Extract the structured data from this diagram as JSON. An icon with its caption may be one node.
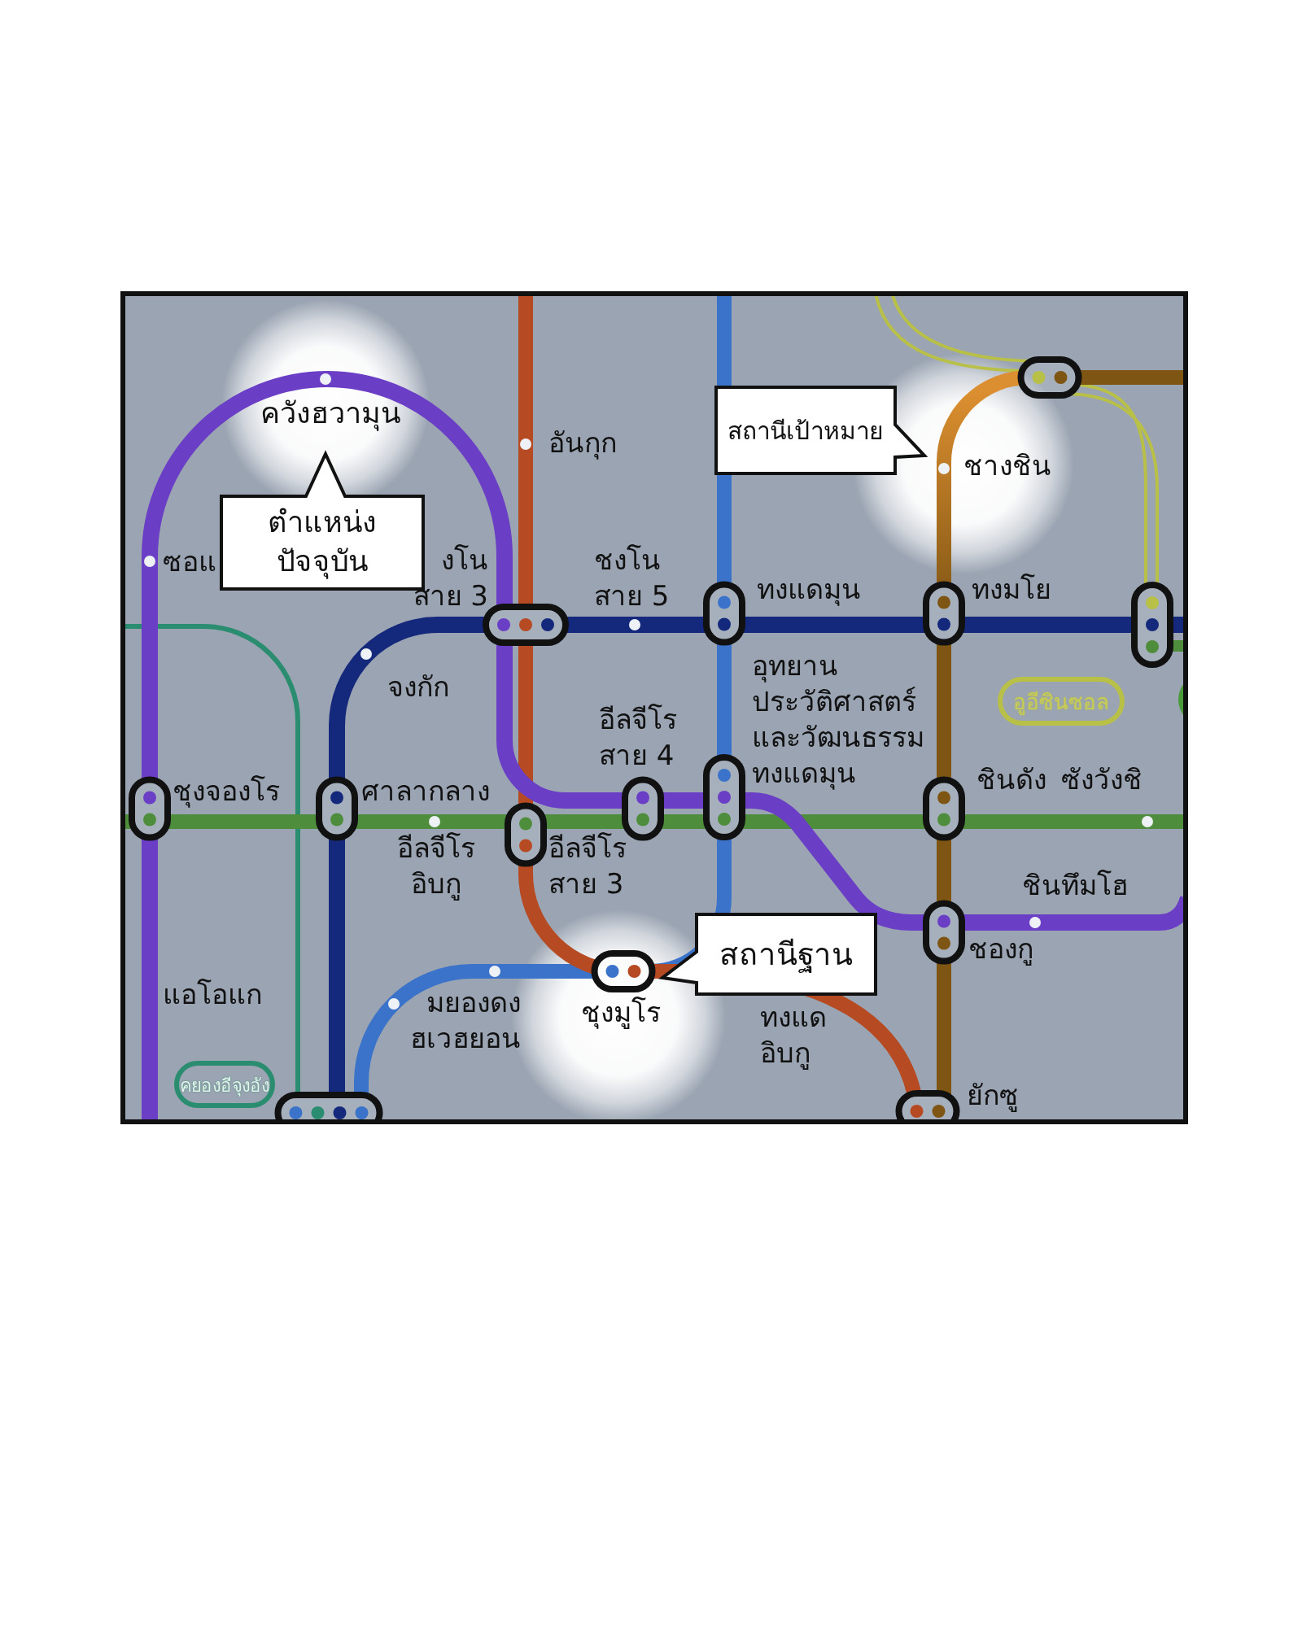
{
  "diagram": {
    "nodes": [
      {
        "text": [
          "ตำแหน่ง ปัจจุบัน"
        ]
      },
      {
        "text": [
          "สถานีเป้าหมาย"
        ]
      },
      {
        "text": [
          "สถานีฐาน"
        ]
      }
    ],
    "labels": [
      "ควังฮวามุน",
      "อันกุก",
      "ชางชิน",
      "ซอแ",
      "งโน สาย 3",
      "ชงโน สาย 5",
      "ทงแดมุน",
      "ทงมโย",
      "จงกัก",
      "อูอีซินซอล",
      "อุทยาน ประวัติศาสตร์ และวัฒนธรรม ทงแดมุน",
      "อีลจีโร สาย 4",
      "ชุงจองโร",
      "ศาลากลาง",
      "ชินดัง",
      "ซังวังชิ",
      "อีลจีโร อิบกู",
      "อีลจีโร สาย 3",
      "ชินทึมโฮ",
      "ชองกู",
      "แอโอแก",
      "มยองดง ฮเวฮยอน",
      "ชุงมูโร",
      "ทงแด อิบกู",
      "คยองอีจุงอัง",
      "ยักซู"
    ]
  }
}
